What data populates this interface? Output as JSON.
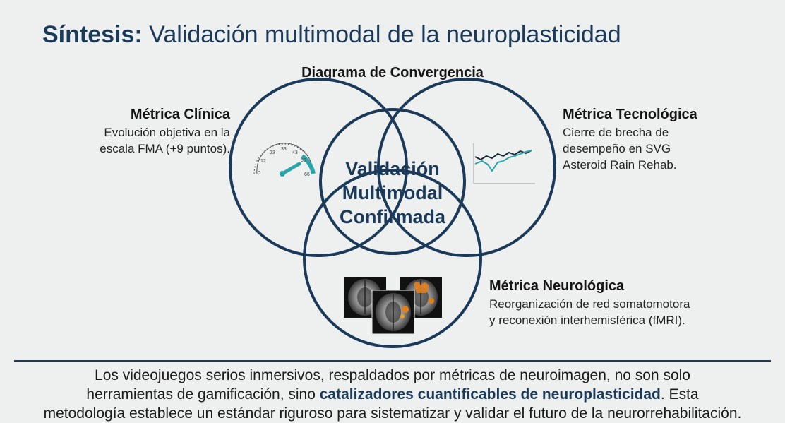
{
  "title": {
    "prefix": "Síntesis:",
    "main": "Validación multimodal de la neuroplasticidad"
  },
  "diagram": {
    "heading": "Diagrama de Convergencia",
    "center_lines": [
      "Validación",
      "Multimodal",
      "Confirmada"
    ],
    "clinical": {
      "title": "Métrica Clínica",
      "lines": [
        "Evolución objetiva en la",
        "escala FMA (+9 puntos)."
      ],
      "gauge_ticks": [
        "0",
        "12",
        "23",
        "33",
        "43",
        "50",
        "66"
      ]
    },
    "tech": {
      "title": "Métrica Tecnológica",
      "lines": [
        "Cierre de brecha de",
        "desempeño en SVG",
        "Asteroid Rain Rehab."
      ]
    },
    "neuro": {
      "title": "Métrica Neurológica",
      "lines": [
        "Reorganización de red somatomotora",
        "y reconexión interhemisférica (fMRI)."
      ]
    }
  },
  "summary": {
    "line1": "Los videojuegos serios inmersivos, respaldados por métricas de neuroimagen, no son solo",
    "line2_before": "herramientas de gamificación, sino ",
    "line2_highlight": "catalizadores cuantificables de neuroplasticidad",
    "line2_after": ". Esta",
    "line3": "metodología establece un estándar riguroso para sistematizar y validar el futuro de la neurorrehabilitación."
  },
  "colors": {
    "navy": "#1b3a5a",
    "teal": "#2aa5a8",
    "background": "#eef0f0"
  }
}
